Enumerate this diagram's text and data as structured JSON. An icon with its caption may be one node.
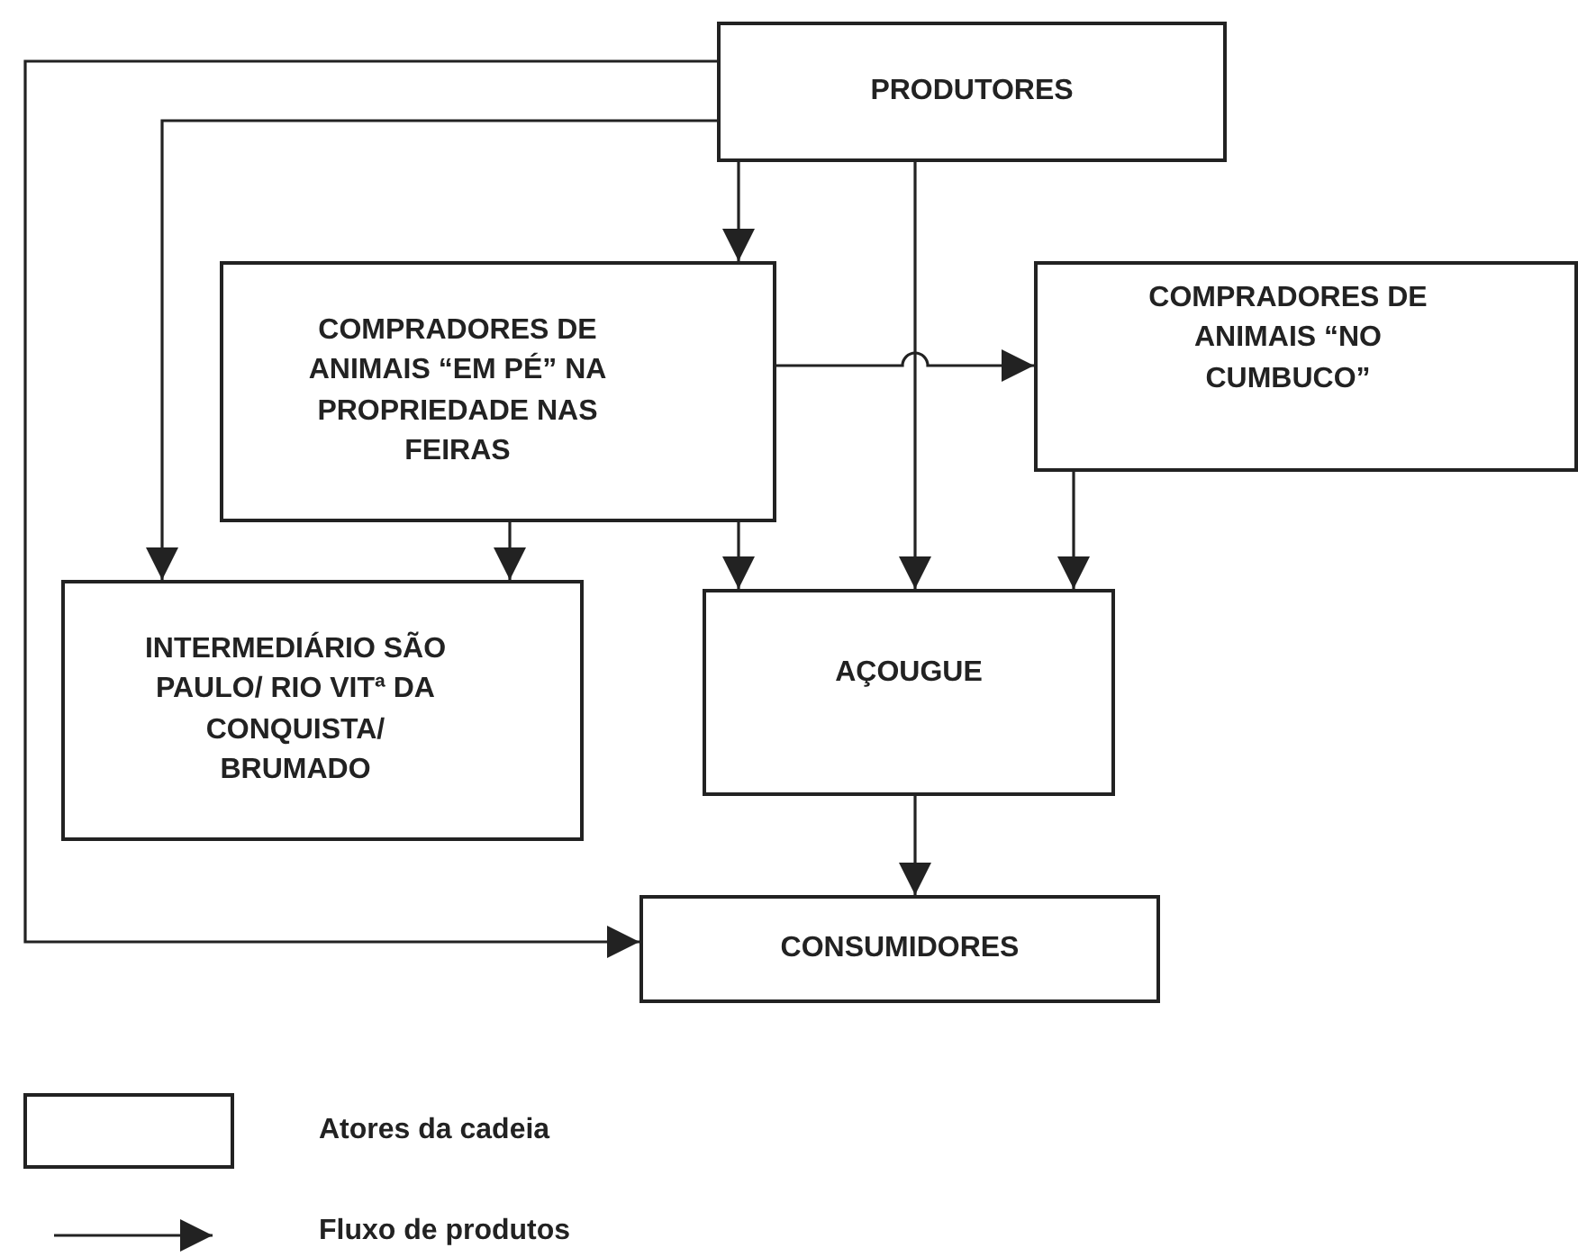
{
  "diagram": {
    "nodes": [
      {
        "text": [
          "PRODUTORES"
        ]
      },
      {
        "text": [
          "COMPRADORES DE ANIMAIS “EM PÉ” NA PROPRIEDADE NAS FEIRAS"
        ]
      },
      {
        "text": [
          "COMPRADORES DE ANIMAIS “NO CUMBUCO”"
        ]
      },
      {
        "text": [
          "INTERMEDIÁRIO SÃO PAULO/ RIO VITª DA CONQUISTA/ BRUMADO"
        ]
      },
      {
        "text": [
          "AÇOUGUE"
        ]
      },
      {
        "text": [
          "CONSUMIDORES"
        ]
      }
    ],
    "edges": [
      {
        "from": 0,
        "to": 5,
        "arrow": "to"
      },
      {
        "from": 0,
        "to": 3,
        "arrow": "to"
      },
      {
        "from": 0,
        "to": 1,
        "arrow": "to"
      },
      {
        "from": 0,
        "to": 4,
        "arrow": "to"
      },
      {
        "from": 1,
        "to": 2,
        "arrow": "to"
      },
      {
        "from": 1,
        "to": 3,
        "arrow": "to"
      },
      {
        "from": 1,
        "to": 4,
        "arrow": "to"
      },
      {
        "from": 2,
        "to": 4,
        "arrow": "to"
      },
      {
        "from": 4,
        "to": 5,
        "arrow": "to"
      }
    ],
    "legend": [
      {
        "text": "Atores da cadeia"
      },
      {
        "text": "Fluxo de produtos"
      }
    ]
  }
}
